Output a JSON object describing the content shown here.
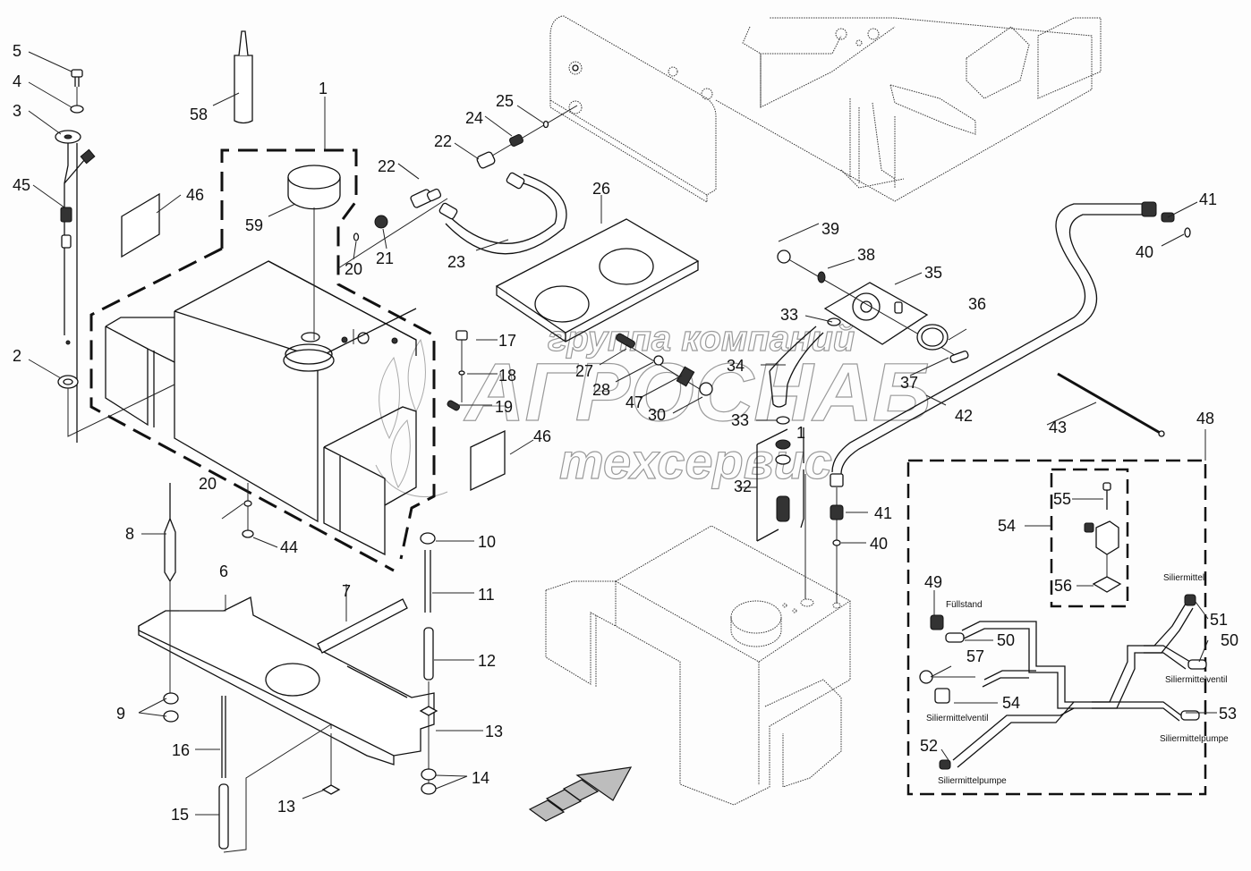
{
  "diagram": {
    "type": "exploded-parts-diagram",
    "watermark": {
      "line1": "группа компаний",
      "line2": "АГРОСНАБ",
      "line3": "техсервис"
    },
    "callouts": {
      "c1": "1",
      "c1b": "1",
      "c2": "2",
      "c3": "3",
      "c4": "4",
      "c5": "5",
      "c6": "6",
      "c7": "7",
      "c8": "8",
      "c9": "9",
      "c10": "10",
      "c11": "11",
      "c12": "12",
      "c13a": "13",
      "c13b": "13",
      "c14": "14",
      "c15": "15",
      "c16": "16",
      "c17": "17",
      "c18": "18",
      "c19": "19",
      "c20a": "20",
      "c20b": "20",
      "c21": "21",
      "c22a": "22",
      "c22b": "22",
      "c23": "23",
      "c24": "24",
      "c25": "25",
      "c26": "26",
      "c27": "27",
      "c28": "28",
      "c30": "30",
      "c32": "32",
      "c33a": "33",
      "c33b": "33",
      "c34": "34",
      "c35": "35",
      "c36": "36",
      "c37": "37",
      "c38": "38",
      "c39": "39",
      "c40a": "40",
      "c40b": "40",
      "c41a": "41",
      "c41b": "41",
      "c42": "42",
      "c43": "43",
      "c44": "44",
      "c45": "45",
      "c46a": "46",
      "c46b": "46",
      "c47": "47",
      "c48": "48",
      "c49": "49",
      "c50a": "50",
      "c50b": "50",
      "c51": "51",
      "c52": "52",
      "c53": "53",
      "c54a": "54",
      "c54b": "54",
      "c55": "55",
      "c56": "56",
      "c57": "57",
      "c58": "58",
      "c59": "59"
    },
    "harness_labels": {
      "fuellstand": "Füllstand",
      "siliermittel": "Siliermittel",
      "siliermittelventil_right": "Siliermittelventil",
      "siliermittelventil_left": "Siliermittelventil",
      "siliermittelpumpe_right": "Siliermittelpumpe",
      "siliermittelpumpe_left": "Siliermittelpumpe"
    }
  }
}
